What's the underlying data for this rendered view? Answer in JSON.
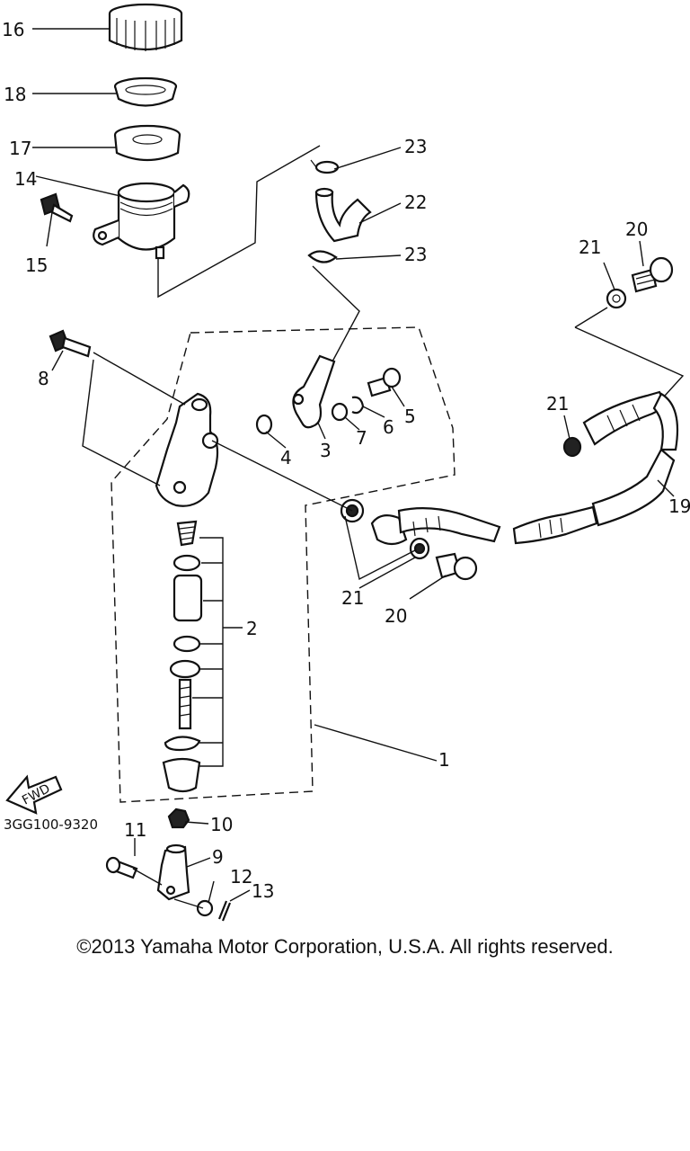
{
  "diagram": {
    "part_numbers": [
      "1",
      "2",
      "3",
      "4",
      "5",
      "6",
      "7",
      "8",
      "9",
      "10",
      "11",
      "12",
      "13",
      "14",
      "15",
      "16",
      "17",
      "18",
      "19",
      "20",
      "21",
      "22",
      "23"
    ],
    "labels": {
      "p16": "16",
      "p18": "18",
      "p17": "17",
      "p14": "14",
      "p15": "15",
      "p23a": "23",
      "p22": "22",
      "p23b": "23",
      "p21a": "21",
      "p20a": "20",
      "p8": "8",
      "p4": "4",
      "p3": "3",
      "p7": "7",
      "p6": "6",
      "p5": "5",
      "p21b": "21",
      "p19": "19",
      "p2": "2",
      "p21c": "21",
      "p20b": "20",
      "p1": "1",
      "p10": "10",
      "p11": "11",
      "p9": "9",
      "p12": "12",
      "p13": "13"
    },
    "fwd_label": "FWD",
    "diagram_code": "3GG100-9320"
  },
  "footer": {
    "copyright": "©2013 Yamaha Motor Corporation, U.S.A. All rights reserved."
  }
}
